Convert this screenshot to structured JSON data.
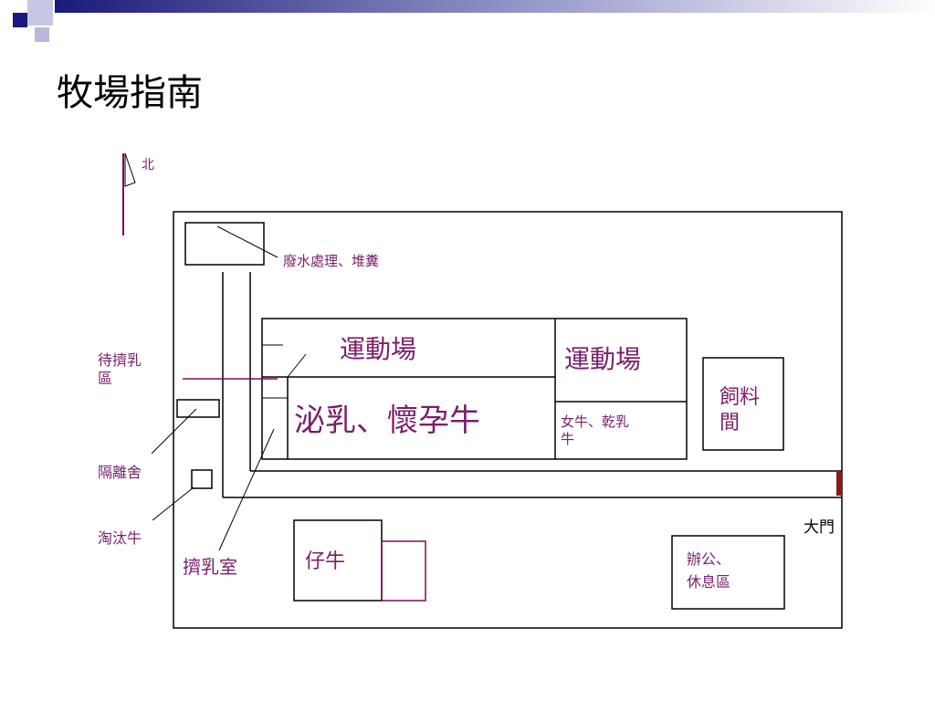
{
  "slide": {
    "title": "牧場指南"
  },
  "map": {
    "north_label": "北",
    "wastewater": "廢水處理、堆糞",
    "exercise_yard_1": "運動場",
    "exercise_yard_2": "運動場",
    "lactating_pregnant": "泌乳、懷孕牛",
    "heifer_dry_line1": "女牛、乾乳",
    "heifer_dry_line2": "牛",
    "feed_room_line1": "飼料",
    "feed_room_line2": "間",
    "waiting_line1": "待擠乳",
    "waiting_line2": "區",
    "isolation": "隔離舍",
    "culled": "淘汰牛",
    "milking_room": "擠乳室",
    "calves": "仔牛",
    "main_gate": "大門",
    "office_line1": "辦公、",
    "office_line2": "休息區"
  },
  "colors": {
    "line": "#000000",
    "label": "#7a1f6a",
    "accent": "#7b0a5a",
    "gate": "#8b1a1a",
    "header_dark": "#1a1a7a"
  }
}
